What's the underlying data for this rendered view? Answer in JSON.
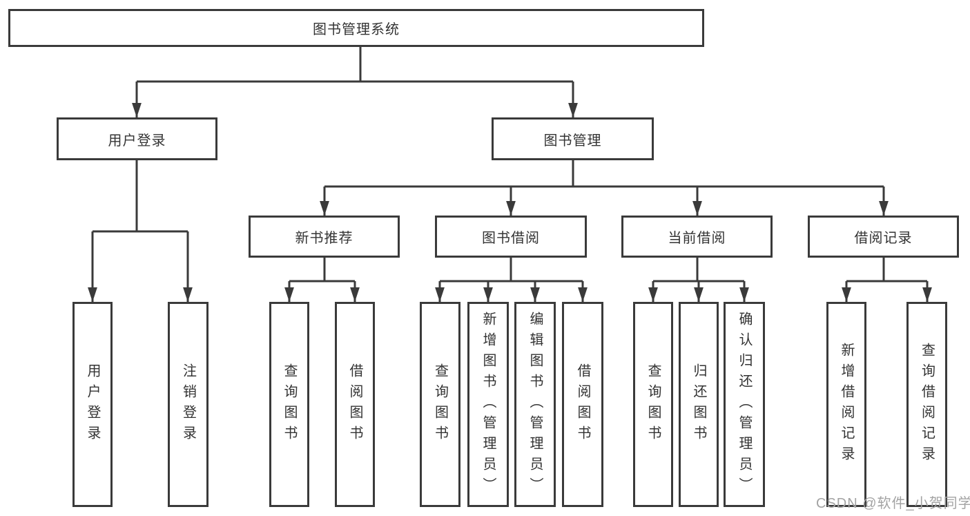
{
  "diagram": {
    "type": "tree",
    "colors": {
      "line": "#3a3a3a",
      "box_border": "#3a3a3a",
      "box_fill": "#ffffff",
      "text": "#333333",
      "watermark": "#a3a3a3",
      "background": "#ffffff"
    },
    "nodes": {
      "root": {
        "label": "图书管理系统"
      },
      "userLogin": {
        "label": "用户登录"
      },
      "bookMgmt": {
        "label": "图书管理"
      },
      "newBookRec": {
        "label": "新书推荐"
      },
      "bookBorrow": {
        "label": "图书借阅"
      },
      "currentBorrow": {
        "label": "当前借阅"
      },
      "borrowRecord": {
        "label": "借阅记录"
      },
      "leafUserLogin": {
        "label": "用户登录"
      },
      "leafLogout": {
        "label": "注销登录"
      },
      "recQueryBook": {
        "label": "查询图书"
      },
      "recBorrowBook": {
        "label": "借阅图书"
      },
      "bbQueryBook": {
        "label": "查询图书"
      },
      "bbAddBook": {
        "label": "新增图书（管理员）"
      },
      "bbEditBook": {
        "label": "编辑图书（管理员）"
      },
      "bbBorrowBook": {
        "label": "借阅图书"
      },
      "cbQueryBook": {
        "label": "查询图书"
      },
      "cbReturnBook": {
        "label": "归还图书"
      },
      "cbConfirmReturn": {
        "label": "确认归还（管理员）"
      },
      "brAddRecord": {
        "label": "新增借阅记录"
      },
      "brQueryRecord": {
        "label": "查询借阅记录"
      }
    },
    "hierarchy": {
      "root": [
        "userLogin",
        "bookMgmt"
      ],
      "userLogin": [
        "leafUserLogin",
        "leafLogout"
      ],
      "bookMgmt": [
        "newBookRec",
        "bookBorrow",
        "currentBorrow",
        "borrowRecord"
      ],
      "newBookRec": [
        "recQueryBook",
        "recBorrowBook"
      ],
      "bookBorrow": [
        "bbQueryBook",
        "bbAddBook",
        "bbEditBook",
        "bbBorrowBook"
      ],
      "currentBorrow": [
        "cbQueryBook",
        "cbReturnBook",
        "cbConfirmReturn"
      ],
      "borrowRecord": [
        "brAddRecord",
        "brQueryRecord"
      ]
    }
  },
  "watermark": "CSDN @软件_小贺同学"
}
